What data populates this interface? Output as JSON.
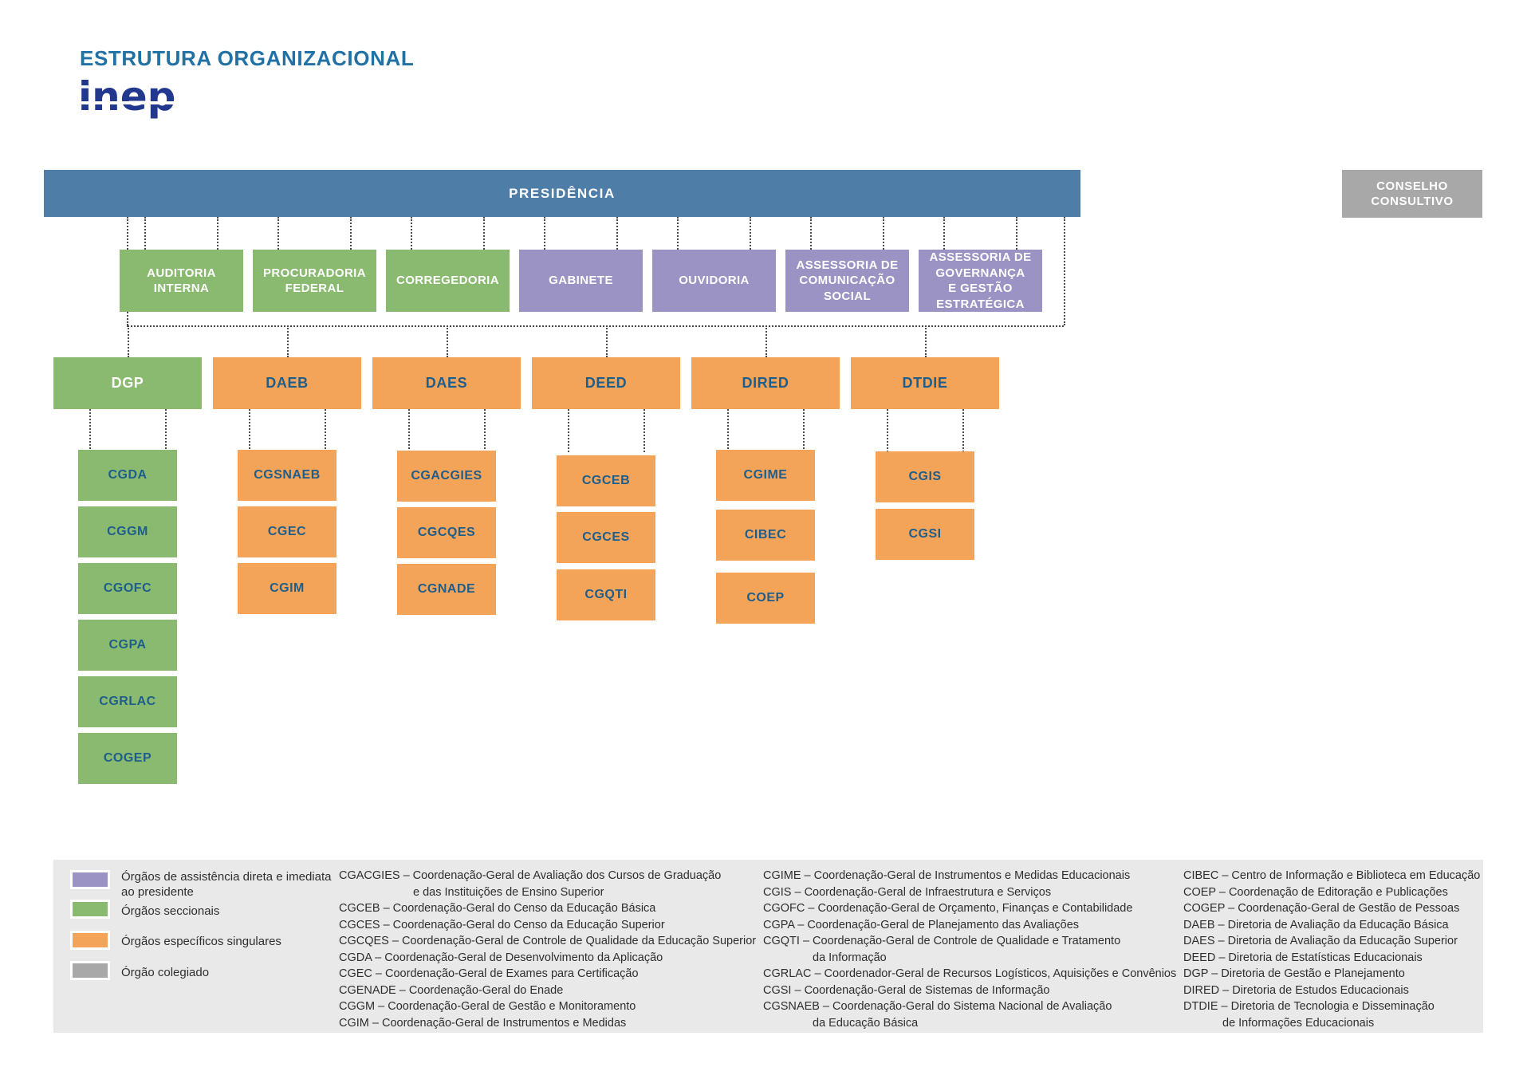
{
  "header": {
    "title": "ESTRUTURA ORGANIZACIONAL",
    "logo": "inep"
  },
  "colors": {
    "blue_bar": "#4E7DA8",
    "green": "#8ABA6F",
    "purple": "#9A93C3",
    "orange": "#F4A458",
    "gray": "#A8A8A8",
    "box_text_blue": "#1E5E8C",
    "title_blue": "#2171A5",
    "logo_navy": "#21388E",
    "legend_bg": "#E9E9E9"
  },
  "chart": {
    "root": {
      "label": "PRESIDÊNCIA",
      "type": "blue"
    },
    "conselho": {
      "label": "CONSELHO\nCONSULTIVO",
      "type": "gray"
    },
    "top_row": [
      {
        "label": "AUDITORIA\nINTERNA",
        "type": "green"
      },
      {
        "label": "PROCURADORIA\nFEDERAL",
        "type": "green"
      },
      {
        "label": "CORREGEDORIA",
        "type": "green"
      },
      {
        "label": "GABINETE",
        "type": "purple"
      },
      {
        "label": "OUVIDORIA",
        "type": "purple"
      },
      {
        "label": "ASSESSORIA DE\nCOMUNICAÇÃO\nSOCIAL",
        "type": "purple"
      },
      {
        "label": "ASSESSORIA DE\nGOVERNANÇA\nE GESTÃO\nESTRATÉGICA",
        "type": "purple"
      }
    ],
    "directorates": [
      {
        "label": "DGP",
        "type": "green",
        "children": [
          "CGDA",
          "CGGM",
          "CGOFC",
          "CGPA",
          "CGRLAC",
          "COGEP"
        ]
      },
      {
        "label": "DAEB",
        "type": "orange",
        "children": [
          "CGSNAEB",
          "CGEC",
          "CGIM"
        ]
      },
      {
        "label": "DAES",
        "type": "orange",
        "children": [
          "CGACGIES",
          "CGCQES",
          "CGNADE"
        ]
      },
      {
        "label": "DEED",
        "type": "orange",
        "children": [
          "CGCEB",
          "CGCES",
          "CGQTI"
        ]
      },
      {
        "label": "DIRED",
        "type": "orange",
        "children": [
          "CGIME",
          "CIBEC",
          "COEP"
        ]
      },
      {
        "label": "DTDIE",
        "type": "orange",
        "children": [
          "CGIS",
          "CGSI"
        ]
      }
    ]
  },
  "legend": {
    "items": [
      {
        "color_key": "purple",
        "label": "Órgãos de assistência direta e imediata\nao presidente"
      },
      {
        "color_key": "green",
        "label": "Órgãos seccionais"
      },
      {
        "color_key": "orange",
        "label": "Órgãos específicos singulares"
      },
      {
        "color_key": "gray",
        "label": "Órgão colegiado"
      }
    ],
    "abbreviation_columns": [
      [
        {
          "t": "CGACGIES – Coordenação-Geral de Avaliação dos Cursos de Graduação",
          "cont": false
        },
        {
          "t": "e das Instituições de Ensino Superior",
          "cont": true
        },
        {
          "t": "CGCEB – Coordenação-Geral do Censo da Educação Básica",
          "cont": false
        },
        {
          "t": "CGCES – Coordenação-Geral do Censo da Educação Superior",
          "cont": false
        },
        {
          "t": "CGCQES – Coordenação-Geral de Controle de Qualidade da Educação Superior",
          "cont": false
        },
        {
          "t": "CGDA – Coordenação-Geral de Desenvolvimento da Aplicação",
          "cont": false
        },
        {
          "t": "CGEC – Coordenação-Geral de Exames para Certificação",
          "cont": false
        },
        {
          "t": "CGENADE – Coordenação-Geral do Enade",
          "cont": false
        },
        {
          "t": "CGGM – Coordenação-Geral de Gestão e Monitoramento",
          "cont": false
        },
        {
          "t": "CGIM – Coordenação-Geral de Instrumentos e Medidas",
          "cont": false
        }
      ],
      [
        {
          "t": "CGIME – Coordenação-Geral de Instrumentos e Medidas Educacionais",
          "cont": false
        },
        {
          "t": "CGIS – Coordenação-Geral de Infraestrutura e Serviços",
          "cont": false
        },
        {
          "t": "CGOFC – Coordenação-Geral de Orçamento, Finanças e Contabilidade",
          "cont": false
        },
        {
          "t": "CGPA – Coordenação-Geral de Planejamento das Avaliações",
          "cont": false
        },
        {
          "t": "CGQTI – Coordenação-Geral de Controle de Qualidade e Tratamento",
          "cont": false
        },
        {
          "t": "da Informação",
          "cont": true
        },
        {
          "t": "CGRLAC – Coordenador-Geral de Recursos Logísticos, Aquisições e Convênios",
          "cont": false
        },
        {
          "t": "CGSI – Coordenação-Geral de Sistemas de Informação",
          "cont": false
        },
        {
          "t": "CGSNAEB – Coordenação-Geral do Sistema Nacional de Avaliação",
          "cont": false
        },
        {
          "t": "da Educação Básica",
          "cont": true
        }
      ],
      [
        {
          "t": "CIBEC – Centro de Informação e Biblioteca em Educação",
          "cont": false
        },
        {
          "t": "COEP – Coordenação de Editoração e Publicações",
          "cont": false
        },
        {
          "t": "COGEP – Coordenação-Geral de Gestão de Pessoas",
          "cont": false
        },
        {
          "t": "DAEB – Diretoria de Avaliação da Educação Básica",
          "cont": false
        },
        {
          "t": "DAES – Diretoria de Avaliação da Educação Superior",
          "cont": false
        },
        {
          "t": "DEED – Diretoria de Estatísticas Educacionais",
          "cont": false
        },
        {
          "t": "DGP – Diretoria de Gestão e Planejamento",
          "cont": false
        },
        {
          "t": "DIRED – Diretoria de Estudos Educacionais",
          "cont": false
        },
        {
          "t": "DTDIE – Diretoria de Tecnologia e Disseminação",
          "cont": false
        },
        {
          "t": "de Informações Educacionais",
          "cont": true
        }
      ]
    ]
  }
}
